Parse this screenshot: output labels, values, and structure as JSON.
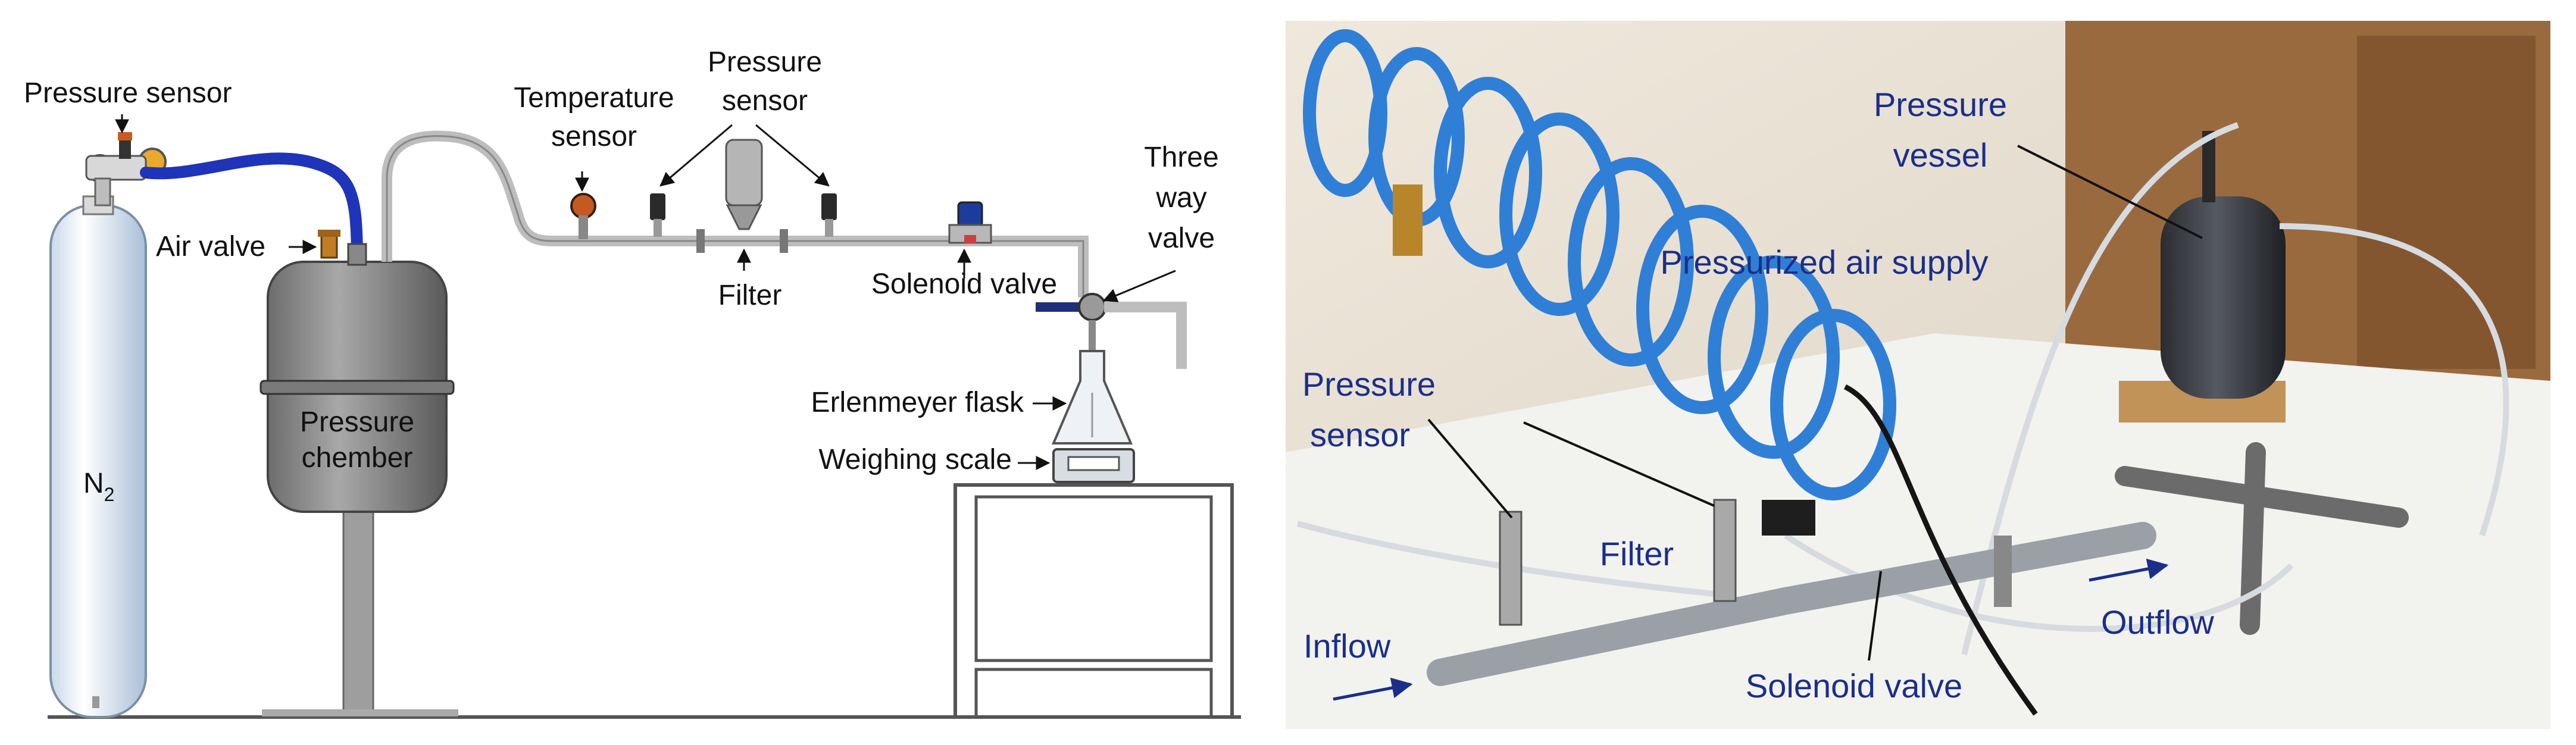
{
  "schematic": {
    "labels": {
      "pressure_sensor_top": "Pressure sensor",
      "air_valve": "Air valve",
      "n2_main": "N",
      "n2_sub": "2",
      "pressure_chamber_line1": "Pressure",
      "pressure_chamber_line2": "chember",
      "temperature_sensor_line1": "Temperature",
      "temperature_sensor_line2": "sensor",
      "pressure_sensor_mid_line1": "Pressure",
      "pressure_sensor_mid_line2": "sensor",
      "filter": "Filter",
      "solenoid_valve": "Solenoid valve",
      "three_way_line1": "Three",
      "three_way_line2": "way",
      "three_way_line3": "valve",
      "erlenmeyer_flask": "Erlenmeyer flask",
      "weighing_scale": "Weighing scale"
    }
  },
  "photo": {
    "labels": {
      "pressure_vessel_line1": "Pressure",
      "pressure_vessel_line2": "vessel",
      "pressurized_air_supply": "Pressurized air supply",
      "pressure_sensor_line1": "Pressure",
      "pressure_sensor_line2": "sensor",
      "filter": "Filter",
      "inflow": "Inflow",
      "outflow": "Outflow",
      "solenoid_valve": "Solenoid valve"
    },
    "colors": {
      "label_text": "#1a2e8a",
      "coil_hose": "#2f7fd6",
      "wall": "#e9e2d6",
      "floor": "#f2f2ef",
      "cabinet": "#9a6a3f"
    }
  }
}
